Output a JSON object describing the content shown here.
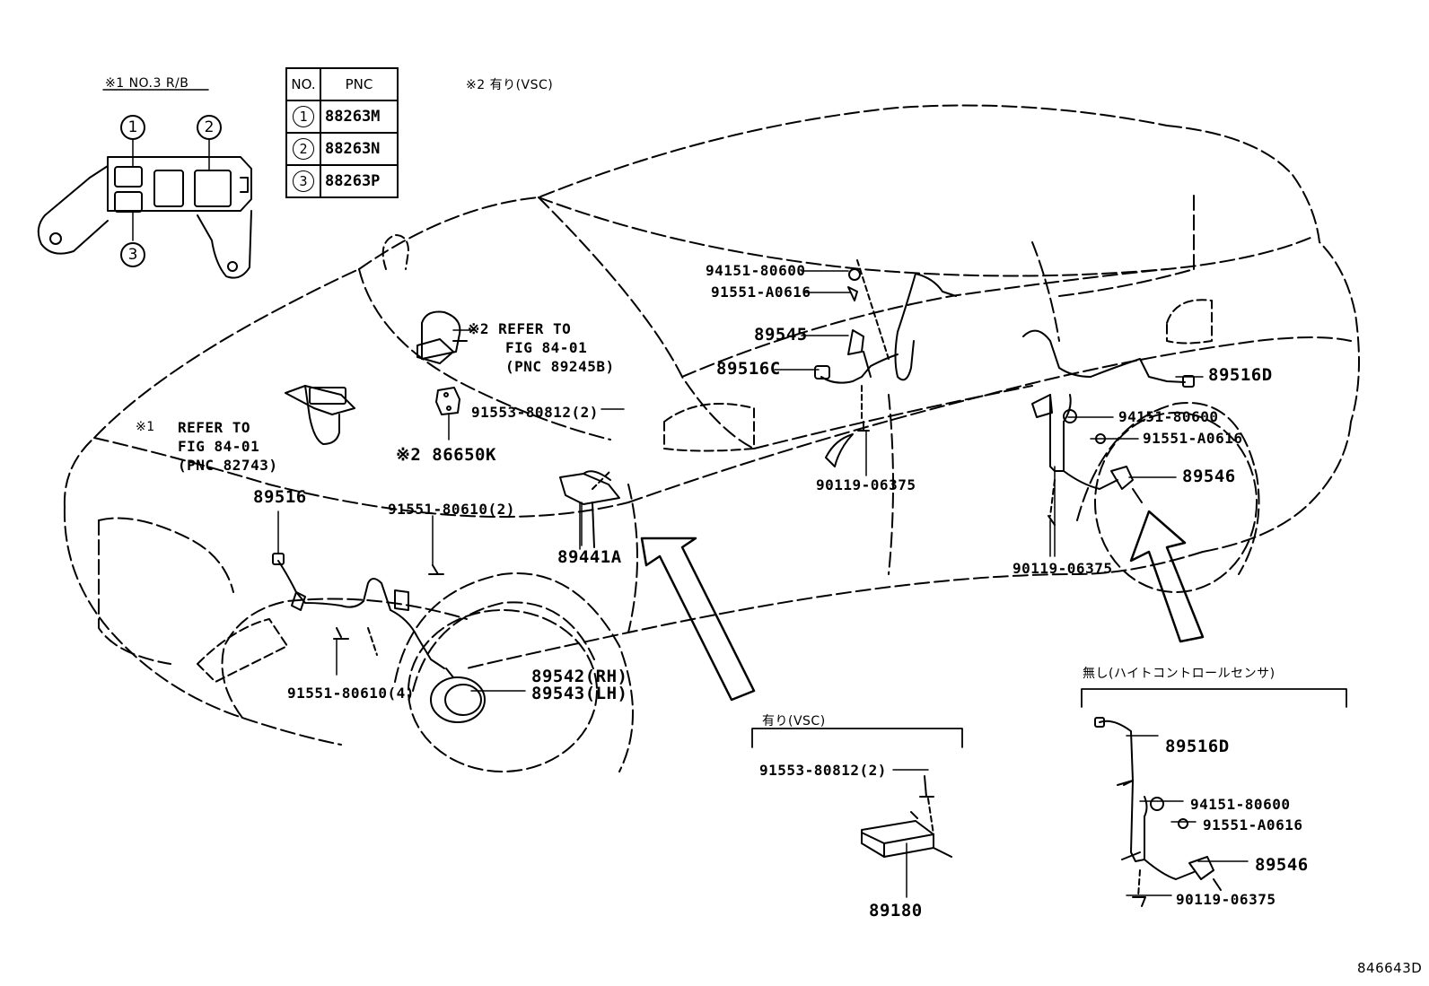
{
  "relay_block": {
    "title": "※1 NO.3 R/B",
    "badges": [
      "1",
      "2",
      "3"
    ]
  },
  "pnc_table": {
    "headers": [
      "NO.",
      "PNC"
    ],
    "rows": [
      {
        "no": "1",
        "pnc": "88263M"
      },
      {
        "no": "2",
        "pnc": "88263N"
      },
      {
        "no": "3",
        "pnc": "88263P"
      }
    ]
  },
  "note_vsc": "※2 有り(VSC)",
  "parts": {
    "p94151_80600_a": "94151-80600",
    "p91551_a0616_a": "91551-A0616",
    "p89545": "89545",
    "p89516c": "89516C",
    "p89516d_a": "89516D",
    "p94151_80600_b": "94151-80600",
    "p91551_a0616_b": "91551-A0616",
    "p89546_a": "89546",
    "p90119_06375_a": "90119-06375",
    "p90119_06375_b": "90119-06375",
    "p91553_80812_a": "91553-80812(2)",
    "p86650k": "※2 86650K",
    "p89441a": "89441A",
    "p89516": "89516",
    "p91551_80610_a": "91551-80610(2)",
    "p91551_80610_b": "91551-80610(4)",
    "p89542": "89542(RH)",
    "p89543": "89543(LH)",
    "p91553_80812_b": "91553-80812(2)",
    "p89180": "89180",
    "p89516d_b": "89516D",
    "p94151_80600_c": "94151-80600",
    "p91551_a0616_c": "91551-A0616",
    "p89546_b": "89546",
    "p90119_06375_c": "90119-06375"
  },
  "refs": {
    "ref_a_1": "※2 REFER TO",
    "ref_a_2": "FIG 84-01",
    "ref_a_3": "(PNC 89245B)",
    "ref_b_mark": "※1",
    "ref_b_1": "REFER TO",
    "ref_b_2": "FIG 84-01",
    "ref_b_3": "(PNC 82743)"
  },
  "boxes": {
    "vsc_title": "有り(VSC)",
    "no_sensor_title": "無し(ハイトコントロールセンサ)"
  },
  "figure_id": "846643D"
}
